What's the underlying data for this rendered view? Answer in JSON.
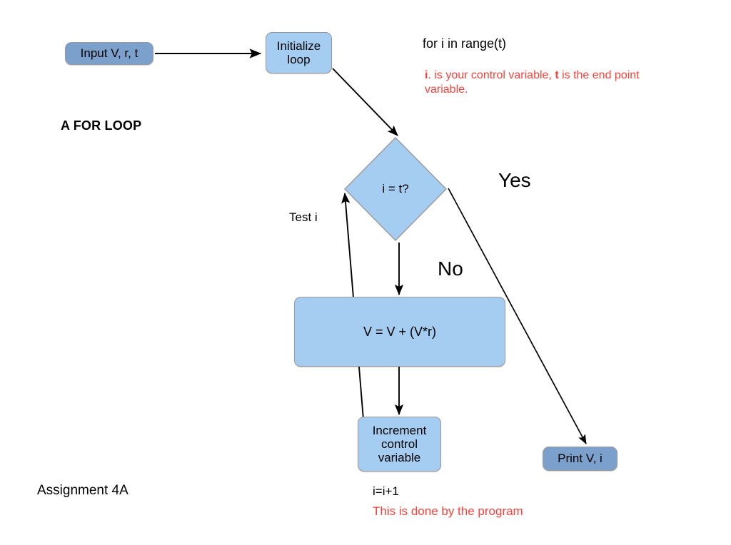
{
  "diagram": {
    "title": "A FOR LOOP",
    "footer": "Assignment 4A",
    "colors": {
      "node_fill_dark": "#7ba0cb",
      "node_fill_light": "#a5cdf2",
      "node_stroke": "#9a9a9a",
      "edge_stroke": "#000000",
      "annotation_red": "#f9423a",
      "text": "#000000",
      "background": "#ffffff"
    },
    "nodes": [
      {
        "id": "input",
        "label": "Input V, r, t",
        "shape": "rounded-rect",
        "fill": "dark"
      },
      {
        "id": "initialize",
        "label": "Initialize\nloop",
        "shape": "rounded-rect",
        "fill": "light"
      },
      {
        "id": "decision",
        "label": "i = t?",
        "shape": "diamond",
        "fill": "light"
      },
      {
        "id": "process",
        "label": "V = V + (V*r)",
        "shape": "rounded-rect",
        "fill": "light"
      },
      {
        "id": "increment",
        "label": "Increment\ncontrol\nvariable",
        "shape": "rounded-rect",
        "fill": "light"
      },
      {
        "id": "print",
        "label": "Print V, i",
        "shape": "rounded-rect",
        "fill": "dark"
      }
    ],
    "node_labels": {
      "input": "Input V, r, t",
      "initialize_line1": "Initialize",
      "initialize_line2": "loop",
      "decision": "i = t?",
      "process": "V = V + (V*r)",
      "increment_line1": "Increment",
      "increment_line2": "control",
      "increment_line3": "variable",
      "print": "Print V, i"
    },
    "edges": [
      {
        "id": "input-to-initialize",
        "from": "input",
        "to": "initialize",
        "label": ""
      },
      {
        "id": "initialize-to-decision",
        "from": "initialize",
        "to": "decision",
        "label": ""
      },
      {
        "id": "decision-yes-to-print",
        "from": "decision",
        "to": "print",
        "label": "Yes"
      },
      {
        "id": "decision-no-to-process",
        "from": "decision",
        "to": "process",
        "label": "No"
      },
      {
        "id": "process-to-increment",
        "from": "process",
        "to": "increment",
        "label": ""
      },
      {
        "id": "increment-to-decision",
        "from": "increment",
        "to": "decision",
        "label": "Test i"
      }
    ],
    "edge_labels": {
      "yes": "Yes",
      "no": "No",
      "test": "Test i"
    },
    "annotations": {
      "code_line": "for i in range(t)",
      "note_i": "i",
      "note_mid": ". is your control variable, ",
      "note_t": "t",
      "note_end": " is the end point variable.",
      "increment_expression": "i=i+1",
      "increment_note": "This is done by the program"
    }
  }
}
